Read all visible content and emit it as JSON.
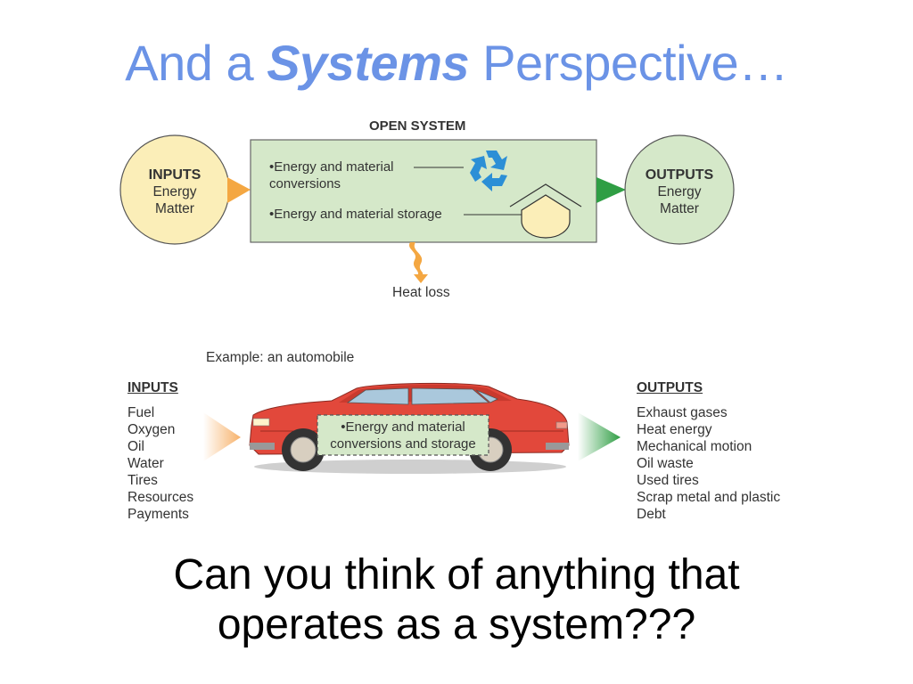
{
  "title": {
    "part1": "And a ",
    "emphasis": "Systems",
    "part2": " Perspective…"
  },
  "open_system": {
    "label": "OPEN SYSTEM",
    "item1_line1": "•Energy and material",
    "item1_line2": "conversions",
    "item2": "•Energy and material storage",
    "heat_loss": "Heat loss"
  },
  "inputs_circle": {
    "heading": "INPUTS",
    "line1": "Energy",
    "line2": "Matter"
  },
  "outputs_circle": {
    "heading": "OUTPUTS",
    "line1": "Energy",
    "line2": "Matter"
  },
  "example": {
    "caption": "Example: an automobile",
    "car_box_line1": "•Energy and material",
    "car_box_line2": "conversions and storage",
    "inputs_heading": "INPUTS",
    "inputs": [
      "Fuel",
      "Oxygen",
      "Oil",
      "Water",
      "Tires",
      "Resources",
      "Payments"
    ],
    "outputs_heading": "OUTPUTS",
    "outputs": [
      "Exhaust gases",
      "Heat energy",
      "Mechanical motion",
      "Oil waste",
      "Used tires",
      "Scrap metal and plastic",
      "Debt"
    ]
  },
  "question": {
    "line1": "Can you think of anything that",
    "line2": "operates as a system???"
  },
  "colors": {
    "title": "#6b93e6",
    "input_circle": "#fbeeb8",
    "output_circle": "#d5e8c9",
    "system_box": "#d5e8c9",
    "input_arrow": "#f4a742",
    "output_arrow": "#2f9e44",
    "recycle": "#2c8fd6",
    "car_body": "#e2483b"
  },
  "icons": [
    "recycle-icon",
    "storage-house-icon",
    "heat-loss-arrow-icon",
    "car-illustration"
  ]
}
